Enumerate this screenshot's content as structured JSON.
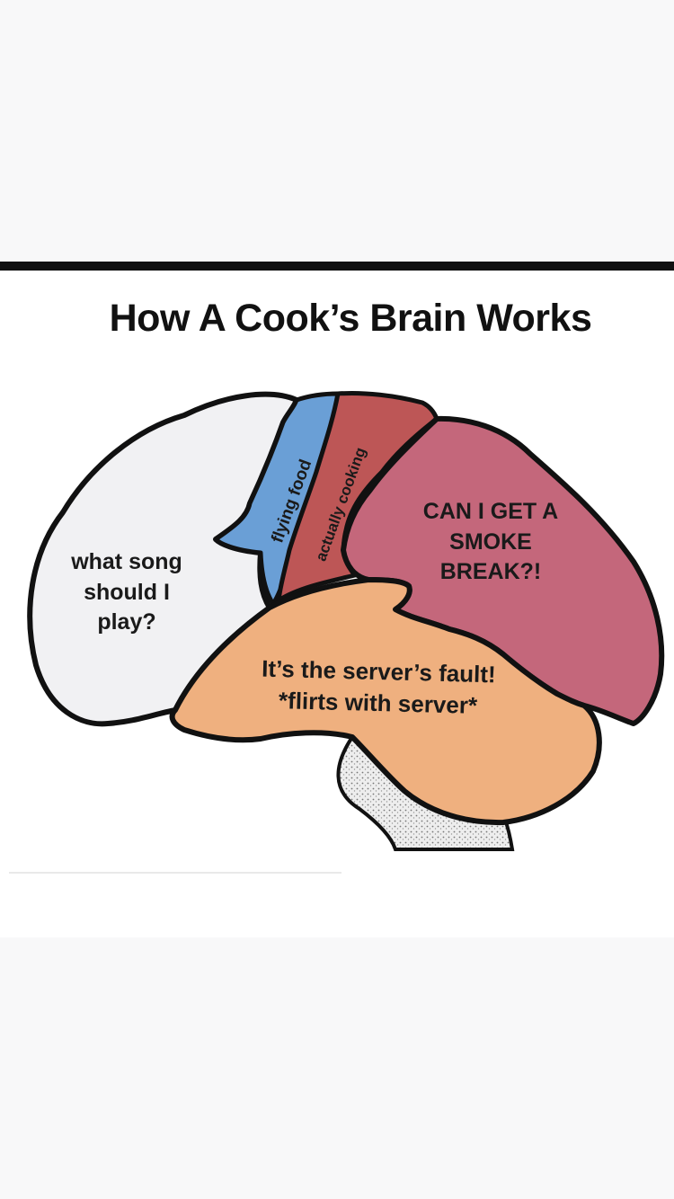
{
  "meme": {
    "title": "How A Cook’s Brain Works",
    "regions": {
      "frontal": {
        "label": "what song should I play?",
        "lines": [
          "what song",
          "should I",
          "play?"
        ],
        "color": "#f1f1f3"
      },
      "motor_strip": {
        "label": "flying food",
        "color": "#6a9fd6"
      },
      "sensory_strip": {
        "label": "actually cooking",
        "color": "#bd5656"
      },
      "parietal_occipital": {
        "label": "CAN I GET A SMOKE BREAK?!",
        "lines": [
          "CAN I GET A",
          "SMOKE",
          "BREAK?!"
        ],
        "color": "#c4677b"
      },
      "temporal": {
        "label": "It’s the server’s fault! *flirts with server*",
        "lines": [
          "It’s the server’s fault!",
          "*flirts with server*"
        ],
        "color": "#efb07f"
      },
      "brainstem": {
        "color": "#d8d8d8"
      }
    }
  }
}
